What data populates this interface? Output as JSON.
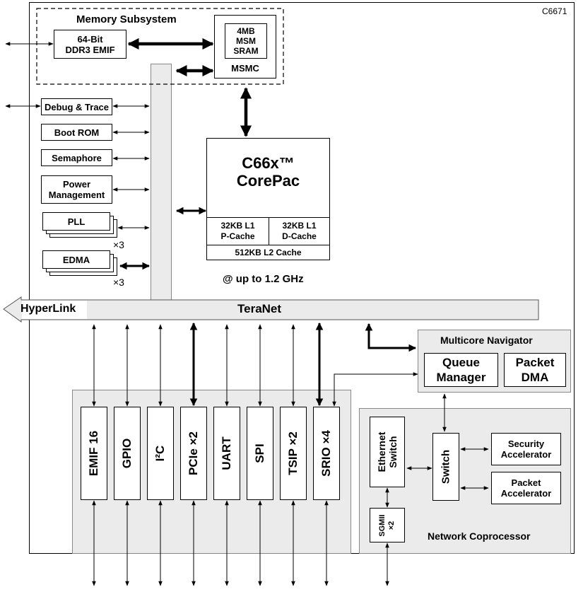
{
  "chip_id": "C6671",
  "memory": {
    "title": "Memory Subsystem",
    "ddr3": "64-Bit\nDDR3 EMIF",
    "msm": "4MB\nMSM\nSRAM",
    "msmc": "MSMC"
  },
  "peripherals_left": {
    "debug": "Debug & Trace",
    "boot_rom": "Boot ROM",
    "semaphore": "Semaphore",
    "power": "Power\nManagement",
    "pll": "PLL",
    "pll_count": "×3",
    "edma": "EDMA",
    "edma_count": "×3"
  },
  "corepac": {
    "title": "C66x™\nCorePac",
    "l1p": "32KB L1\nP-Cache",
    "l1d": "32KB L1\nD-Cache",
    "l2": "512KB L2 Cache",
    "speed": "@ up to 1.2 GHz"
  },
  "bus": {
    "hyperlink": "HyperLink",
    "teranet": "TeraNet"
  },
  "navigator": {
    "title": "Multicore Navigator",
    "queue_manager": "Queue\nManager",
    "packet_dma": "Packet\nDMA"
  },
  "io": [
    "EMIF 16",
    "GPIO",
    "I²C",
    "PCIe  ×2",
    "UART",
    "SPI",
    "TSIP  ×2",
    "SRIO  ×4"
  ],
  "netcp": {
    "title": "Network Coprocessor",
    "ethernet_switch": "Ethernet\nSwitch",
    "switch": "Switch",
    "security": "Security\nAccelerator",
    "packet_acc": "Packet\nAccelerator",
    "sgmii": "SGMII\n×2"
  }
}
